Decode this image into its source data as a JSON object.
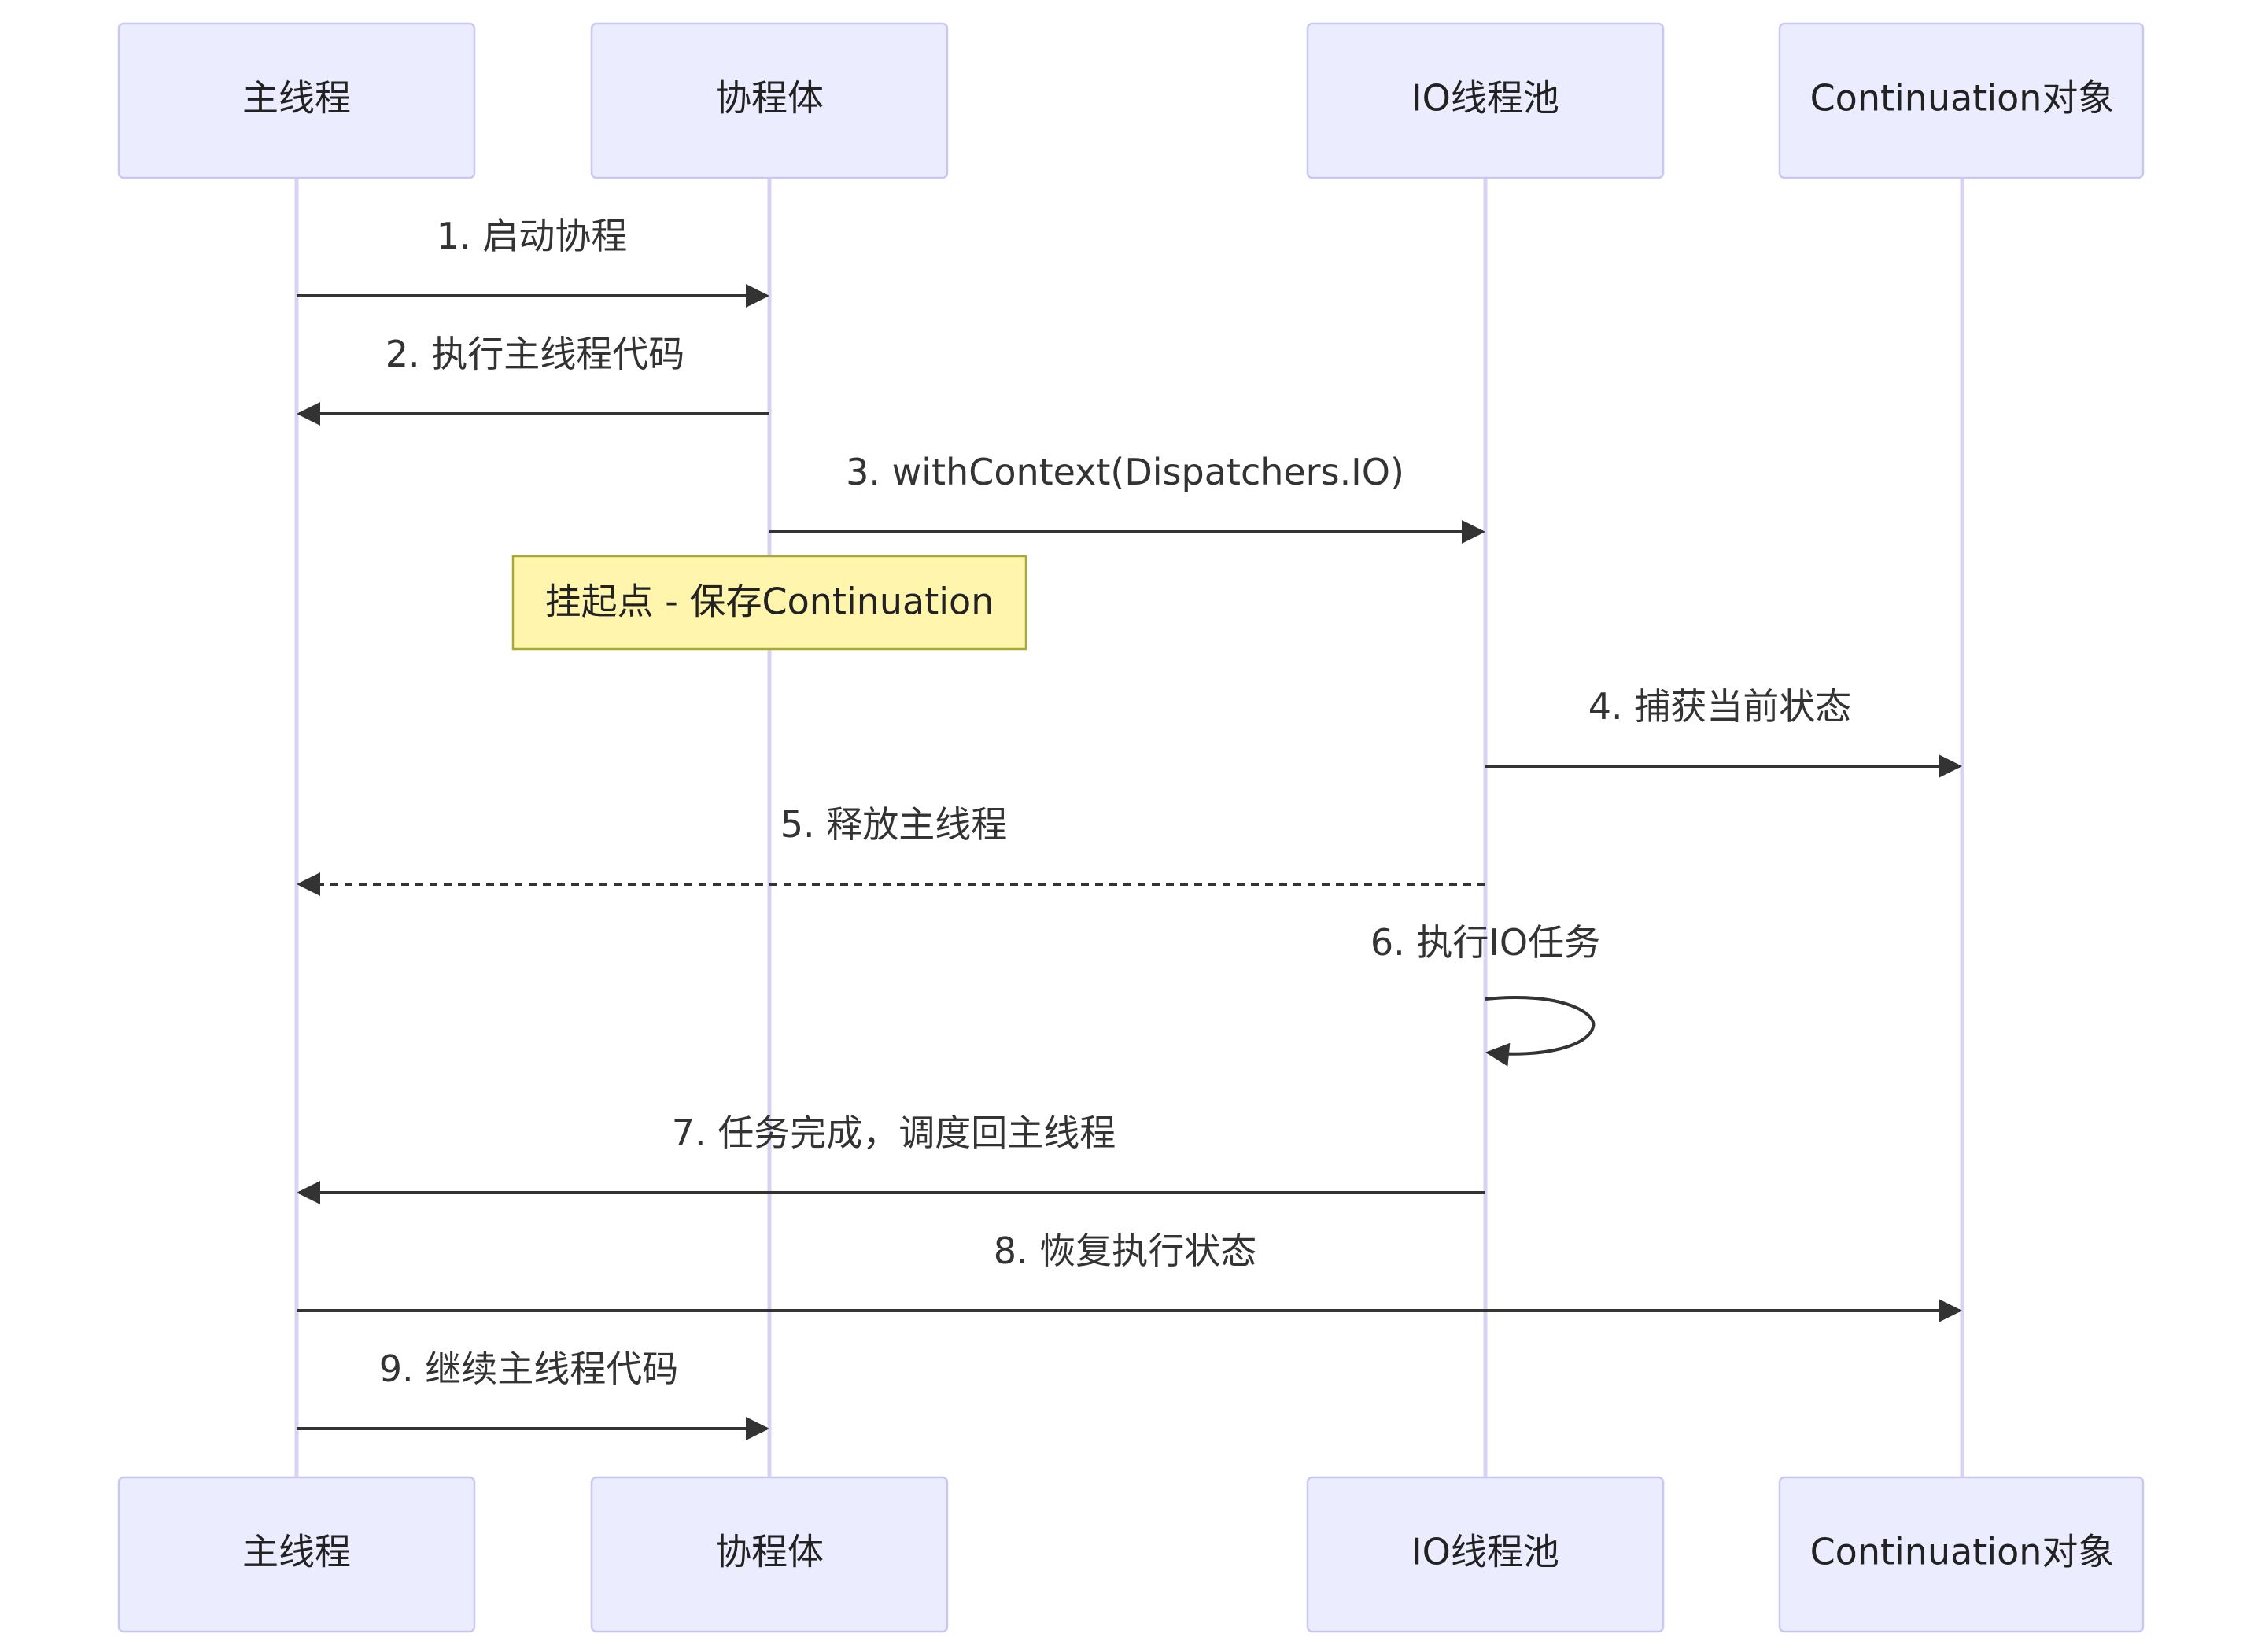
{
  "participants": [
    {
      "id": "main",
      "label": "主线程"
    },
    {
      "id": "coroutine",
      "label": "协程体"
    },
    {
      "id": "io",
      "label": "IO线程池"
    },
    {
      "id": "continuation",
      "label": "Continuation对象"
    }
  ],
  "messages": [
    {
      "from": "main",
      "to": "coroutine",
      "label": "1. 启动协程",
      "style": "solid"
    },
    {
      "from": "coroutine",
      "to": "main",
      "label": "2. 执行主线程代码",
      "style": "solid"
    },
    {
      "from": "coroutine",
      "to": "io",
      "label": "3. withContext(Dispatchers.IO)",
      "style": "solid"
    },
    {
      "from": "io",
      "to": "continuation",
      "label": "4. 捕获当前状态",
      "style": "solid"
    },
    {
      "from": "io",
      "to": "main",
      "label": "5. 释放主线程",
      "style": "dashed"
    },
    {
      "from": "io",
      "to": "io",
      "label": "6. 执行IO任务",
      "style": "self"
    },
    {
      "from": "io",
      "to": "main",
      "label": "7. 任务完成，调度回主线程",
      "style": "solid"
    },
    {
      "from": "main",
      "to": "continuation",
      "label": "8. 恢复执行状态",
      "style": "solid"
    },
    {
      "from": "main",
      "to": "coroutine",
      "label": "9. 继续主线程代码",
      "style": "solid"
    }
  ],
  "note": {
    "over": "coroutine",
    "label": "挂起点 - 保存Continuation"
  },
  "colors": {
    "actor_fill": "#ececff",
    "actor_border": "#c8c8f0",
    "lifeline": "#d9d2f2",
    "arrow": "#333333",
    "note_fill": "#fff5ad",
    "note_border": "#aaaa33"
  }
}
